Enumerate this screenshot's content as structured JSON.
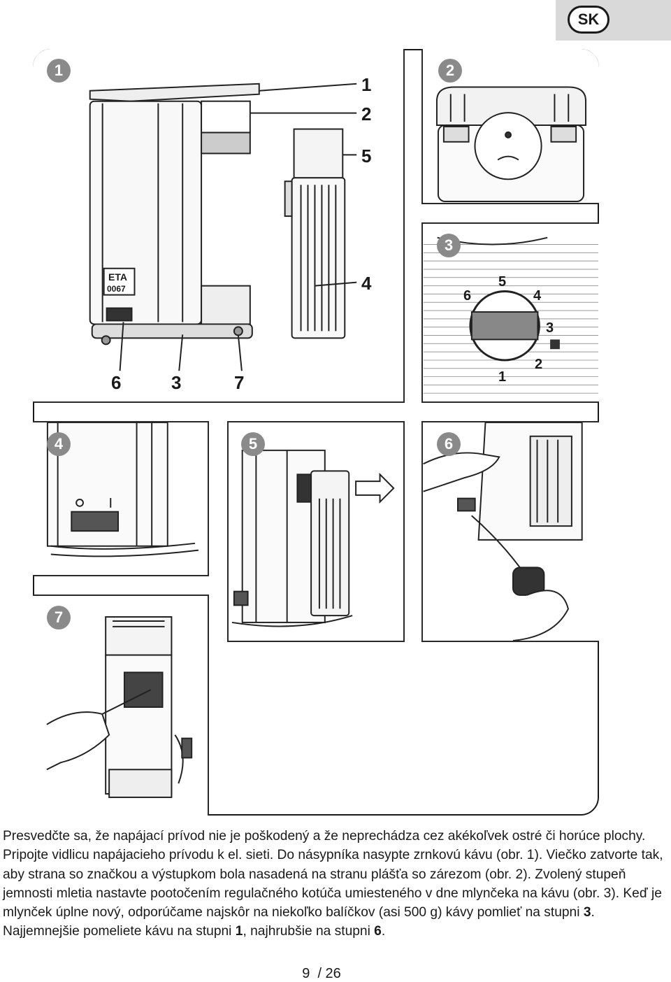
{
  "header": {
    "lang_badge": "SK"
  },
  "figures": [
    {
      "badge": "1",
      "callouts": [
        "1",
        "2",
        "5",
        "4",
        "6",
        "3",
        "7"
      ],
      "device_label": [
        "ETA",
        "0067"
      ]
    },
    {
      "badge": "2"
    },
    {
      "badge": "3",
      "dial_numbers": [
        "1",
        "2",
        "3",
        "4",
        "5",
        "6"
      ]
    },
    {
      "badge": "4"
    },
    {
      "badge": "5"
    },
    {
      "badge": "6"
    },
    {
      "badge": "7"
    }
  ],
  "text": {
    "p1": "Presvedčte sa, že napájací prívod nie je poškodený a že neprechádza cez akékoľvek ostré či horúce plochy. Pripojte vidlicu napájacieho prívodu k el. sieti. Do násypníka nasypte zrnkovú kávu (obr. 1). Viečko zatvorte tak, aby strana so značkou a výstupkom bola nasadená na stranu plášťa so zárezom (obr. 2). Zvolený stupeň jemnosti mletia nastavte pootočením regulačného kotúča umiesteného v dne mlynčeka na kávu (obr. 3). Keď je mlynček úplne nový, odporúčame najskôr na niekoľko balíčkov (asi 500 g) kávy pomlieť na stupni ",
    "b1": "3",
    "p2": ". Najjemnejšie pomeliete kávu na stupni ",
    "b2": "1",
    "p3": ", najhrubšie na stupni ",
    "b3": "6",
    "p4": "."
  },
  "footer": {
    "page_number": "9",
    "page_total": "/ 26"
  },
  "colors": {
    "badge": "#8a8a8a",
    "tab": "#d9d9d9",
    "ink": "#1a1a1a"
  }
}
